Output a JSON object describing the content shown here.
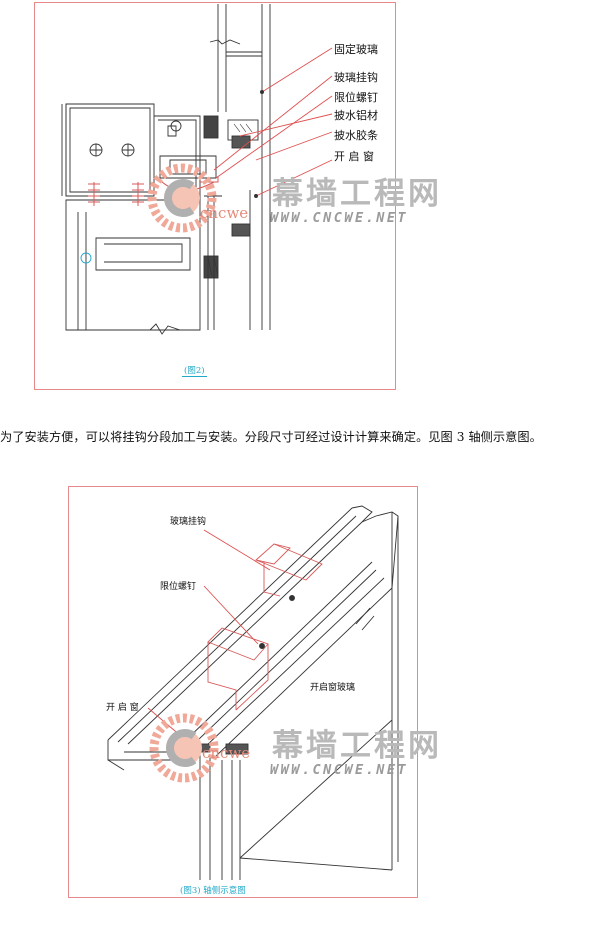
{
  "figure2": {
    "labels": [
      "固定玻璃",
      "玻璃挂钩",
      "限位螺钉",
      "披水铝材",
      "披水胶条",
      "开 启 窗"
    ],
    "caption": "(图2)"
  },
  "paragraph": "为了安装方便，可以将挂钩分段加工与安装。分段尺寸可经过设计计算来确定。见图 3 轴侧示意图。",
  "figure3": {
    "labels": [
      "玻璃挂钩",
      "限位螺钉",
      "开 启 窗",
      "开启窗玻璃"
    ],
    "caption": "(图3) 轴侧示意图"
  },
  "watermark": {
    "logo_text": "cncwe",
    "cn_name": "幕墙工程网",
    "url": "WWW.CNCWE.NET"
  },
  "colors": {
    "frame": "#e8888a",
    "leader": "#e05050",
    "caption": "#22a8c8",
    "watermark_gray": "#b9b9b9",
    "logo_red": "#e06a50"
  }
}
